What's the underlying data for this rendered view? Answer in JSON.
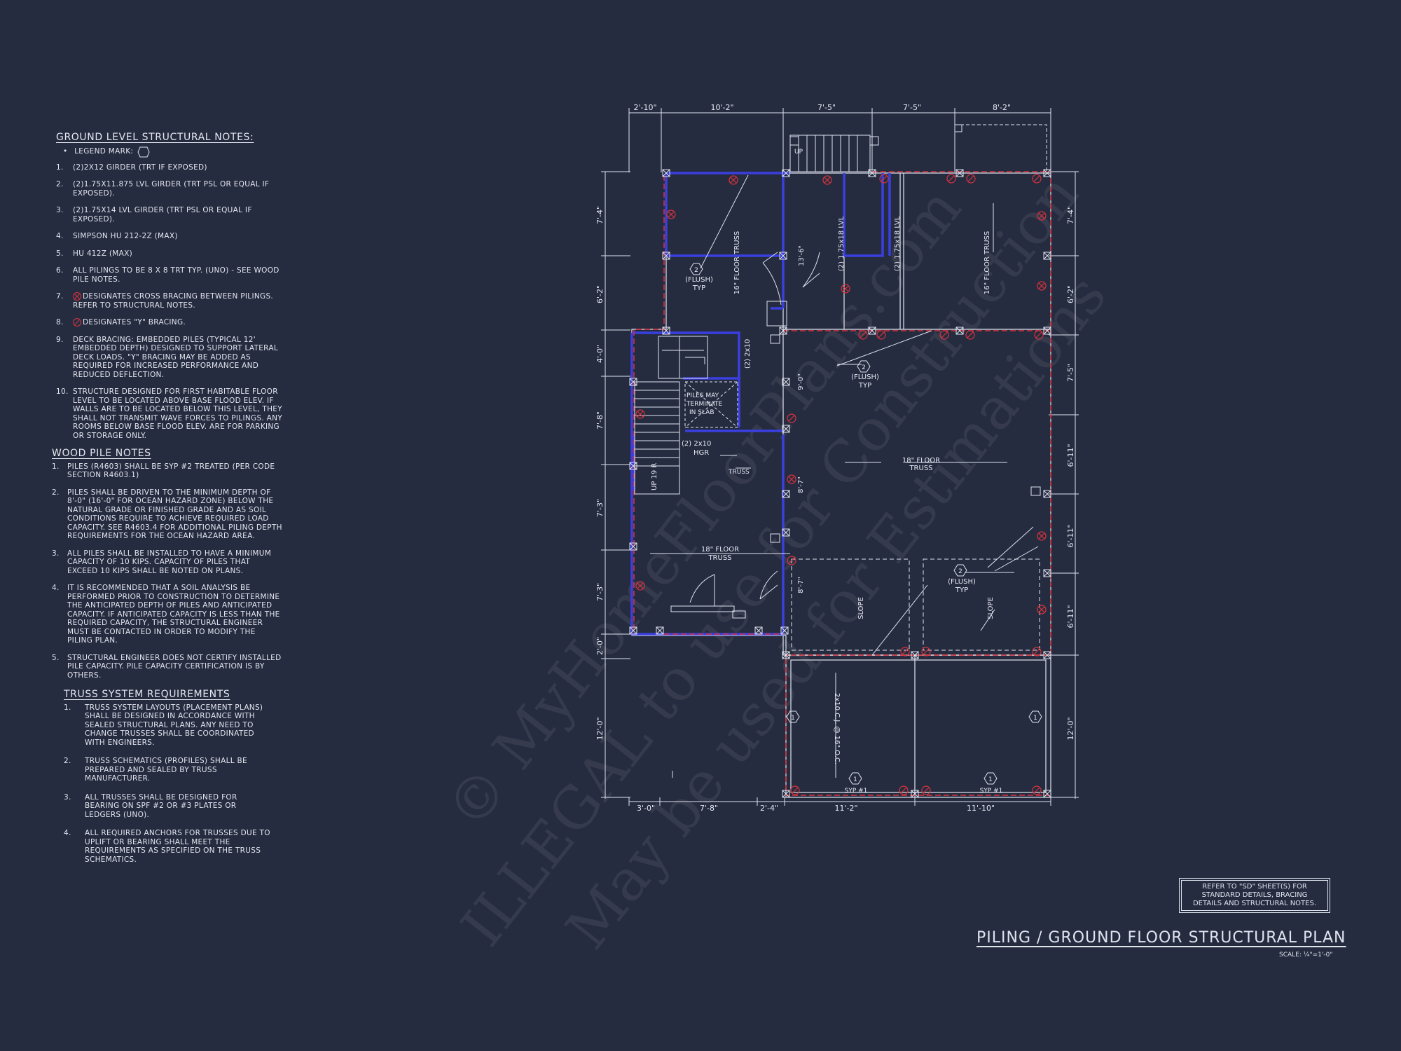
{
  "ground_notes": {
    "title": "GROUND LEVEL STRUCTURAL NOTES:",
    "legend_label": "LEGEND MARK:",
    "items": [
      {
        "num": "1.",
        "text": "(2)2X12 GIRDER (TRT IF EXPOSED)"
      },
      {
        "num": "2.",
        "text": "(2)1.75x11.875 LVL GIRDER (TRT PSL OR EQUAL IF EXPOSED)."
      },
      {
        "num": "3.",
        "text": "(2)1.75x14 LVL GIRDER (TRT PSL OR EQUAL IF EXPOSED)."
      },
      {
        "num": "4.",
        "text": "SIMPSON HU 212-2Z (MAX)"
      },
      {
        "num": "5.",
        "text": "HU 412Z (MAX)"
      },
      {
        "num": "6.",
        "text": "ALL PILINGS TO BE 8 x 8 TRT TYP. (UNO) - SEE WOOD PILE NOTES."
      },
      {
        "num": "7.",
        "text": "DESIGNATES CROSS BRACING BETWEEN PILINGS. REFER TO STRUCTURAL NOTES."
      },
      {
        "num": "8.",
        "text": "DESIGNATES \"Y\" BRACING."
      },
      {
        "num": "9.",
        "text": "DECK BRACING: EMBEDDED PILES (TYPICAL 12' EMBEDDED DEPTH) DESIGNED TO SUPPORT LATERAL DECK LOADS. \"Y\" BRACING MAY BE ADDED AS REQUIRED FOR INCREASED PERFORMANCE AND REDUCED DEFLECTION."
      },
      {
        "num": "10.",
        "text": "STRUCTURE DESIGNED FOR FIRST HABITABLE FLOOR LEVEL TO BE LOCATED ABOVE BASE FLOOD ELEV. IF WALLS ARE TO BE LOCATED BELOW THIS LEVEL, THEY SHALL NOT TRANSMIT WAVE FORCES TO PILINGS. ANY ROOMS BELOW BASE FLOOD ELEV. ARE FOR PARKING OR STORAGE ONLY."
      }
    ]
  },
  "wood_notes": {
    "title": "WOOD PILE NOTES",
    "items": [
      {
        "num": "1.",
        "text": "PILES (R4603) SHALL BE SYP #2 TREATED (PER CODE SECTION R4603.1)"
      },
      {
        "num": "2.",
        "text": "PILES SHALL BE DRIVEN TO THE MINIMUM DEPTH OF 8'-0\" (16'-0\" FOR OCEAN HAZARD ZONE) BELOW THE NATURAL GRADE OR FINISHED GRADE AND AS SOIL CONDITIONS REQUIRE TO ACHIEVE REQUIRED LOAD CAPACITY. SEE R4603.4 FOR ADDITIONAL PILING DEPTH REQUIREMENTS FOR THE OCEAN HAZARD AREA."
      },
      {
        "num": "3.",
        "text": "ALL PILES SHALL BE INSTALLED TO HAVE A MINIMUM CAPACITY OF 10 KIPS. CAPACITY OF PILES THAT EXCEED 10 KIPS SHALL BE NOTED ON PLANS."
      },
      {
        "num": "4.",
        "text": "IT IS RECOMMENDED THAT A SOIL ANALYSIS BE PERFORMED PRIOR TO CONSTRUCTION TO DETERMINE THE ANTICIPATED DEPTH OF PILES AND ANTICIPATED CAPACITY. IF ANTICIPATED CAPACITY IS LESS THAN THE REQUIRED CAPACITY, THE STRUCTURAL ENGINEER MUST BE CONTACTED IN ORDER TO MODIFY THE PILING PLAN."
      },
      {
        "num": "5.",
        "text": "STRUCTURAL ENGINEER DOES NOT CERTIFY INSTALLED PILE CAPACITY. PILE CAPACITY CERTIFICATION IS BY OTHERS."
      }
    ]
  },
  "truss_notes": {
    "title": "TRUSS SYSTEM REQUIREMENTS",
    "items": [
      {
        "num": "1.",
        "text": "TRUSS SYSTEM LAYOUTS (PLACEMENT PLANS) SHALL BE DESIGNED IN ACCORDANCE WITH SEALED STRUCTURAL PLANS. ANY NEED TO CHANGE TRUSSES SHALL BE COORDINATED WITH ENGINEERS."
      },
      {
        "num": "2.",
        "text": "TRUSS SCHEMATICS (PROFILES) SHALL BE PREPARED AND SEALED BY TRUSS MANUFACTURER."
      },
      {
        "num": "3.",
        "text": "ALL TRUSSES SHALL BE DESIGNED FOR BEARING ON SPF #2 OR #3 PLATES OR LEDGERS (UNO)."
      },
      {
        "num": "4.",
        "text": "ALL REQUIRED ANCHORS FOR TRUSSES DUE TO UPLIFT OR BEARING SHALL MEET THE REQUIREMENTS AS SPECIFIED ON THE TRUSS SCHEMATICS."
      }
    ]
  },
  "plan": {
    "top_dims": [
      "2'-10\"",
      "10'-2\"",
      "7'-5\"",
      "7'-5\"",
      "8'-2\""
    ],
    "bottom_dims": [
      "3'-0\"",
      "7'-8\"",
      "2'-4\"",
      "11'-2\"",
      "11'-10\""
    ],
    "left_dims": [
      "7'-4\"",
      "6'-2\"",
      "4'-0\"",
      "7'-8\"",
      "7'-3\"",
      "7'-3\"",
      "2'-0\"",
      "12'-0\""
    ],
    "right_dims": [
      "7'-4\"",
      "6'-2\"",
      "7'-5\"",
      "6'-11\"",
      "6'-11\"",
      "6'-11\"",
      "12'-0\""
    ],
    "labels": {
      "up_top": "UP",
      "up_stair": "UP 19 R",
      "flush_a_num": "2",
      "flush_a": "(FLUSH)",
      "flush_a_typ": "TYP",
      "flush_b_num": "2",
      "flush_b": "(FLUSH)",
      "flush_b_typ": "TYP",
      "flush_c_num": "2",
      "flush_c": "(FLUSH)",
      "flush_c_typ": "TYP",
      "floor_truss_v1": "16\" FLOOR TRUSS",
      "floor_truss_v2": "16\" FLOOR TRUSS",
      "lvl_1": "(2) 1.75x18 LVL",
      "lvl_2": "(2) 1.75x18 LVL",
      "dim_inner": "13'-6\"",
      "girder_2x10": "(2) 2x10",
      "piles_terminate": "PILES MAY TERMINATE IN SLAB",
      "hgr_line": "(2) 2x10",
      "hgr": "HGR",
      "truss_tag": "TRUSS",
      "dim_9": "9'-0\"",
      "dim_8a": "8'-7\"",
      "dim_8b": "8'-7\"",
      "floor_truss_h1": "18\" FLOOR TRUSS",
      "floor_truss_h2": "18\" FLOOR TRUSS",
      "slope_1": "SLOPE",
      "slope_2": "SLOPE",
      "cj": "2x10 C.J. @ 16\" O.C.",
      "tag_1": "1",
      "tag_2": "1",
      "tag_3": "1",
      "tag_4": "1",
      "syp_1": "SYP #1",
      "syp_2": "SYP #1"
    }
  },
  "refbox": {
    "line1": "REFER TO \"SD\" SHEET(S) FOR",
    "line2": "STANDARD DETAILS, BRACING",
    "line3": "DETAILS AND STRUCTURAL NOTES."
  },
  "title": "PILING / GROUND FLOOR STRUCTURAL PLAN",
  "scale": "SCALE: ¼\"=1'-0\"",
  "watermark": {
    "line1": "© MyHomeFloorPlans.com",
    "line2": "ILLEGAL to use for Construction",
    "line3": "May be used for Estimations"
  },
  "colors": {
    "background": "#262c40",
    "linework": "#dfe3ee",
    "beam_blue": "#3a3fe0",
    "brace_red": "#d8333c"
  }
}
